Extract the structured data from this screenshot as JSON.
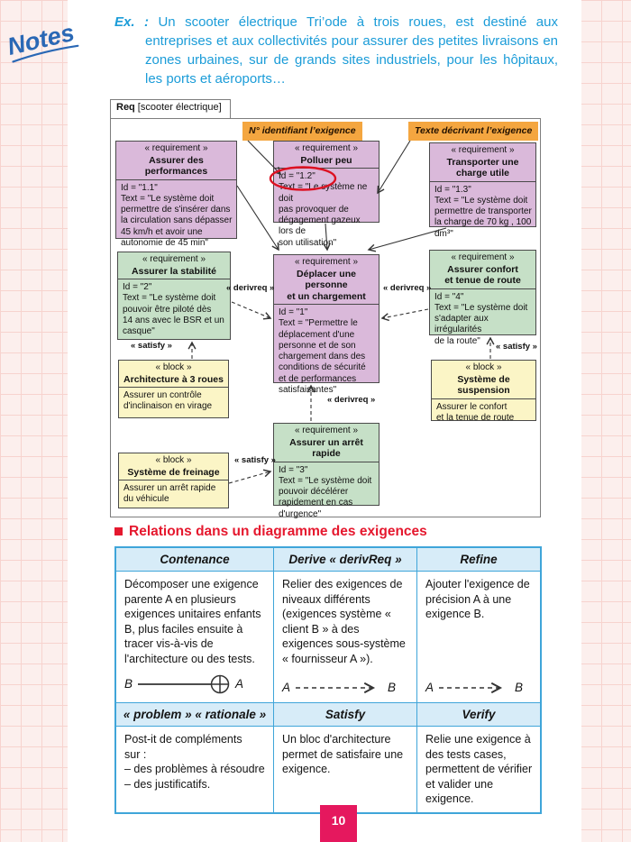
{
  "page": {
    "notes_label": "Notes",
    "page_number": "10"
  },
  "colors": {
    "accent_blue_text": "#1b9cd8",
    "orange_callout": "#f4a640",
    "purple_box": "#dab9da",
    "green_box": "#c6e0c7",
    "yellow_box": "#fbf5c6",
    "table_blue": "#3fa5d9",
    "title_red": "#e5182e",
    "page_pink": "#e5185e"
  },
  "intro": {
    "prefix": "Ex. :",
    "text": "Un scooter électrique Tri’ode à trois roues, est destiné aux entreprises et aux collectivités pour assurer des petites livraisons en zones urbaines, sur de grands sites industriels, pour les hôpitaux, les ports et aéroports…"
  },
  "diagram": {
    "tab_bold": "Req",
    "tab_rest": "[scooter électrique]",
    "callouts": [
      "N° identifiant l’exigence",
      "Texte décrivant l’exigence"
    ],
    "edge_labels": {
      "derivreq": "« derivreq »",
      "satisfy": "« satisfy »"
    },
    "boxes": [
      {
        "stereotype": "« requirement »",
        "title": "Assurer des performances",
        "body": "Id = \"1.1\"\nText = \"Le système doit\npermettre de s'insérer dans\nla circulation sans dépasser\n45 km/h et avoir une\nautonomie de 45 min\""
      },
      {
        "stereotype": "« requirement »",
        "title": "Polluer peu",
        "body": "Id = \"1.2\"\nText = \"Le système ne doit\npas provoquer de\ndégagement gazeux lors de\nson utilisation\""
      },
      {
        "stereotype": "« requirement »",
        "title": "Transporter une charge utile",
        "body": "Id = \"1.3\"\nText = \"Le système doit\npermettre de transporter\nla charge de 70 kg , 100 dm³\""
      },
      {
        "stereotype": "« requirement »",
        "title": "Assurer la stabilité",
        "body": "Id = \"2\"\nText = \"Le système doit\npouvoir être piloté dès\n14 ans avec le BSR et un\ncasque\""
      },
      {
        "stereotype": "« requirement »",
        "title": "Déplacer une personne\net un chargement",
        "body": "Id = \"1\"\nText = \"Permettre le\ndéplacement d'une\npersonne et de son\nchargement dans des\nconditions de sécurité\net de performances\nsatisfaisantes\""
      },
      {
        "stereotype": "« requirement »",
        "title": "Assurer confort\net tenue de route",
        "body": "Id = \"4\"\nText = \"Le système doit\ns'adapter aux irrégularités\nde la route\""
      },
      {
        "stereotype": "« block »",
        "title": "Architecture à 3 roues",
        "body": "Assurer un contrôle\nd'inclinaison en virage"
      },
      {
        "stereotype": "« block »",
        "title": "Système de suspension",
        "body": "Assurer le confort\net la tenue de route"
      },
      {
        "stereotype": "« requirement »",
        "title": "Assurer un arrêt rapide",
        "body": "Id = \"3\"\nText = \"Le système doit\npouvoir décélérer\nrapidement en cas\nd'urgence\""
      },
      {
        "stereotype": "« block »",
        "title": "Système de freinage",
        "body": "Assurer un arrêt rapide\ndu véhicule"
      }
    ]
  },
  "section": {
    "title": "Relations dans un diagramme des exigences"
  },
  "table": {
    "header1": [
      "Contenance",
      "Derive « derivReq »",
      "Refine"
    ],
    "row1": [
      "Décomposer une exigence parente A en plusieurs exigences unitaires enfants B, plus faciles ensuite à tracer vis-à-vis de l'architecture ou des tests.",
      "Relier des exigences de niveaux différents (exigences système « client B » à des exigences sous-système « fournisseur A »).",
      "Ajouter l'exigence de précision A à une exigence B."
    ],
    "glyphs": {
      "containment": {
        "left": "B",
        "right": "A"
      },
      "derive": {
        "left": "A",
        "right": "B"
      },
      "refine": {
        "left": "A",
        "right": "B"
      }
    },
    "header2": [
      "« problem » « rationale »",
      "Satisfy",
      "Verify"
    ],
    "row2": [
      "Post-it de compléments\nsur :\n– des problèmes à résoudre\n– des justificatifs.",
      "Un bloc d'architecture permet de satisfaire une exigence.",
      "Relie une exigence à des tests cases, permettent de vérifier et valider une exigence."
    ]
  }
}
